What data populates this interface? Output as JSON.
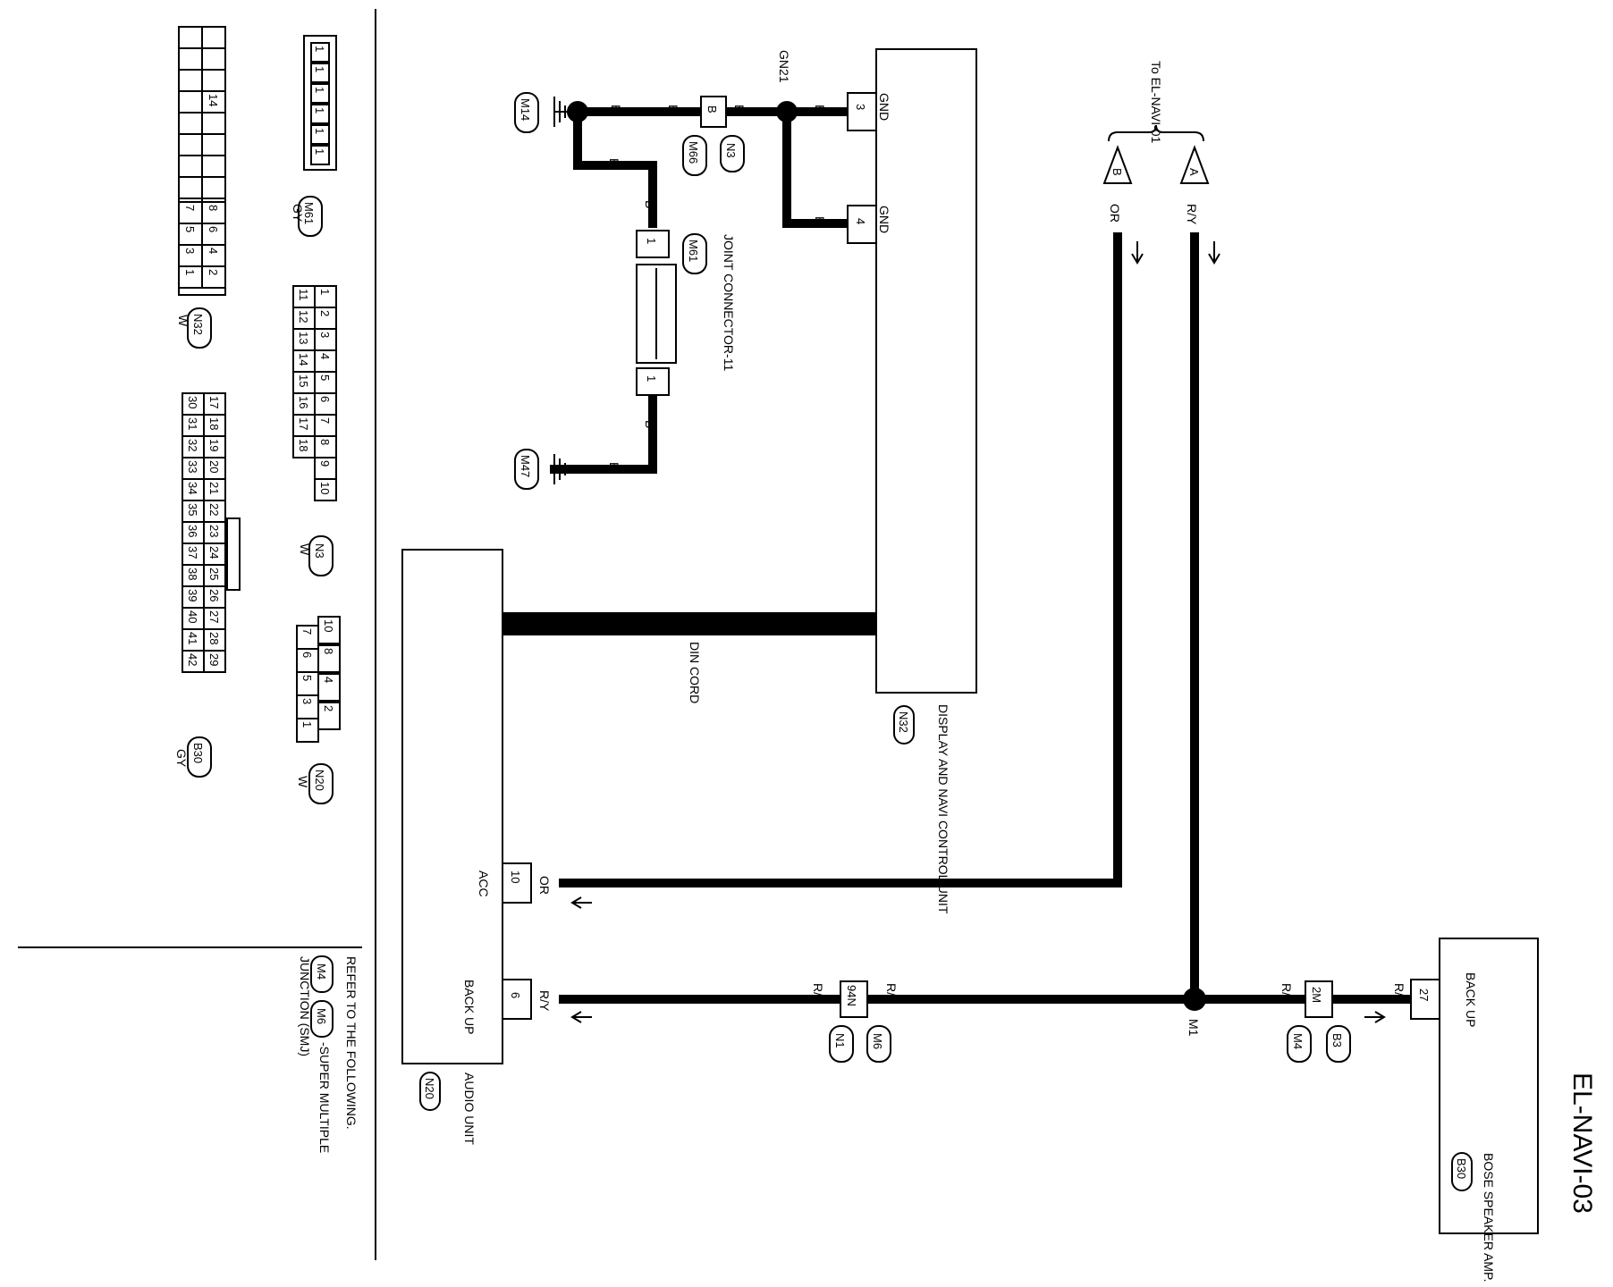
{
  "page_title": "EL-NAVI-03",
  "components": {
    "display_navi": {
      "name": "DISPLAY AND NAVI CONTROL UNIT",
      "code": "N32"
    },
    "audio_unit": {
      "name": "AUDIO UNIT",
      "code": "N20"
    },
    "bose_amp": {
      "name": "BOSE SPEAKER AMP.",
      "code": "B30"
    },
    "joint_connector": {
      "name": "JOINT CONNECTOR-11",
      "code": "M61"
    }
  },
  "terminals": {
    "gnd": "GND",
    "acc": "ACC",
    "back_up": "BACK UP",
    "display_pin_3": "3",
    "display_pin_4": "4",
    "audio_pin_10": "10",
    "audio_pin_6": "6",
    "amp_pin_27": "27",
    "joint_pin_1": "1"
  },
  "wires": {
    "black": "B",
    "orange": "OR",
    "red_yellow": "R/Y",
    "din_cord": "DIN CORD"
  },
  "connectors": {
    "n3_m66_pin": "B",
    "n3": "N3",
    "m66": "M66",
    "n1_m6_pin": "94N",
    "n1": "N1",
    "m6": "M6",
    "m4_b3_pin": "2M",
    "m4": "M4",
    "b3": "B3"
  },
  "grounds": {
    "m14": "M14",
    "m47": "M47"
  },
  "junctions": {
    "gn21": "GN21",
    "m1": "M1"
  },
  "off_page": {
    "to_label": "To EL-NAVI-01",
    "a": "A",
    "b": "B"
  },
  "note": {
    "line1": "REFER TO THE FOLLOWING.",
    "ref_m4": "M4",
    "ref_m6": "M6",
    "line2_suffix": "-SUPER MULTIPLE",
    "line3": "JUNCTION (SMJ)"
  },
  "connector_views": {
    "m61": {
      "code": "M61",
      "color": "GY",
      "pins": [
        "1",
        "1",
        "1",
        "1",
        "1",
        "1"
      ]
    },
    "n32": {
      "code": "N32",
      "color": "W",
      "pins_row_a": [
        "14",
        "8",
        "6",
        "4",
        "2"
      ],
      "pins_row_b": [
        "7",
        "5",
        "3",
        "1"
      ]
    },
    "n3": {
      "code": "N3",
      "color": "W",
      "row_a": [
        "1",
        "2",
        "3",
        "4",
        "5",
        "6",
        "7",
        "8",
        "9",
        "10"
      ],
      "row_b": [
        "11",
        "12",
        "13",
        "14",
        "15",
        "16",
        "17",
        "18"
      ]
    },
    "b30": {
      "code": "B30",
      "color": "GY",
      "row_a": [
        "17",
        "18",
        "19",
        "20",
        "21",
        "22",
        "23",
        "24",
        "25",
        "26",
        "27",
        "28",
        "29"
      ],
      "row_b": [
        "30",
        "31",
        "32",
        "33",
        "34",
        "35",
        "36",
        "37",
        "38",
        "39",
        "40",
        "41",
        "42"
      ]
    },
    "n20": {
      "code": "N20",
      "color": "W",
      "row_a": [
        "10",
        "8",
        "4",
        "2"
      ],
      "row_b": [
        "7",
        "6",
        "5",
        "3",
        "1"
      ]
    }
  }
}
